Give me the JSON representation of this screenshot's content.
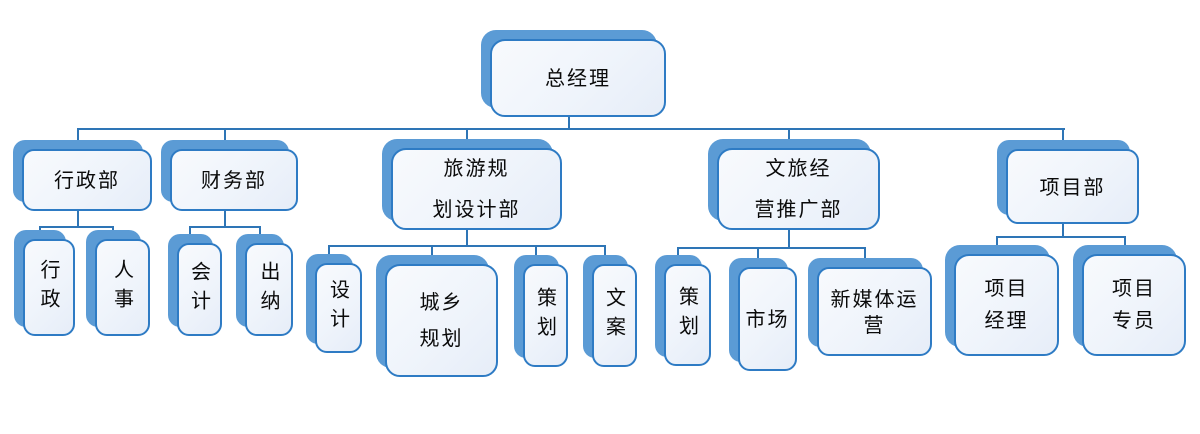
{
  "diagram": {
    "type": "org-chart",
    "title": "",
    "background_color": "#ffffff"
  },
  "palette": {
    "node_shadow_blue": "#5B9BD5",
    "node_border_blue": "#2E7BC4",
    "connector_blue": "#2E75B6",
    "node_fill_light": "#F8FAFD",
    "node_fill_dark": "#E6EDF8",
    "text_color": "#0a0a0a"
  },
  "nodes": [
    {
      "id": "ceo",
      "label": "总经理",
      "level": 1,
      "parent": null
    },
    {
      "id": "admin-dept",
      "label": "行政部",
      "level": 2,
      "parent": "ceo"
    },
    {
      "id": "finance-dept",
      "label": "财务部",
      "level": 2,
      "parent": "ceo"
    },
    {
      "id": "tourism-dept",
      "label": "旅游规\n划设计部",
      "level": 2,
      "parent": "ceo"
    },
    {
      "id": "culture-dept",
      "label": "文旅经\n营推广部",
      "level": 2,
      "parent": "ceo"
    },
    {
      "id": "project-dept",
      "label": "项目部",
      "level": 2,
      "parent": "ceo"
    },
    {
      "id": "admin",
      "label": "行政",
      "level": 3,
      "parent": "admin-dept"
    },
    {
      "id": "hr",
      "label": "人事",
      "level": 3,
      "parent": "admin-dept"
    },
    {
      "id": "accounting",
      "label": "会计",
      "level": 3,
      "parent": "finance-dept"
    },
    {
      "id": "cashier",
      "label": "出纳",
      "level": 3,
      "parent": "finance-dept"
    },
    {
      "id": "design",
      "label": "设计",
      "level": 3,
      "parent": "tourism-dept"
    },
    {
      "id": "urban-rural",
      "label": "城乡\n规划",
      "level": 3,
      "parent": "tourism-dept"
    },
    {
      "id": "planning-tourism",
      "label": "策划",
      "level": 3,
      "parent": "tourism-dept"
    },
    {
      "id": "copywriting",
      "label": "文案",
      "level": 3,
      "parent": "tourism-dept"
    },
    {
      "id": "planning-culture",
      "label": "策划",
      "level": 3,
      "parent": "culture-dept"
    },
    {
      "id": "market",
      "label": "市场",
      "level": 3,
      "parent": "culture-dept"
    },
    {
      "id": "new-media",
      "label": "新媒体运\n营",
      "level": 3,
      "parent": "culture-dept"
    },
    {
      "id": "project-manager",
      "label": "项目\n经理",
      "level": 3,
      "parent": "project-dept"
    },
    {
      "id": "project-specialist",
      "label": "项目\n专员",
      "level": 3,
      "parent": "project-dept"
    }
  ]
}
